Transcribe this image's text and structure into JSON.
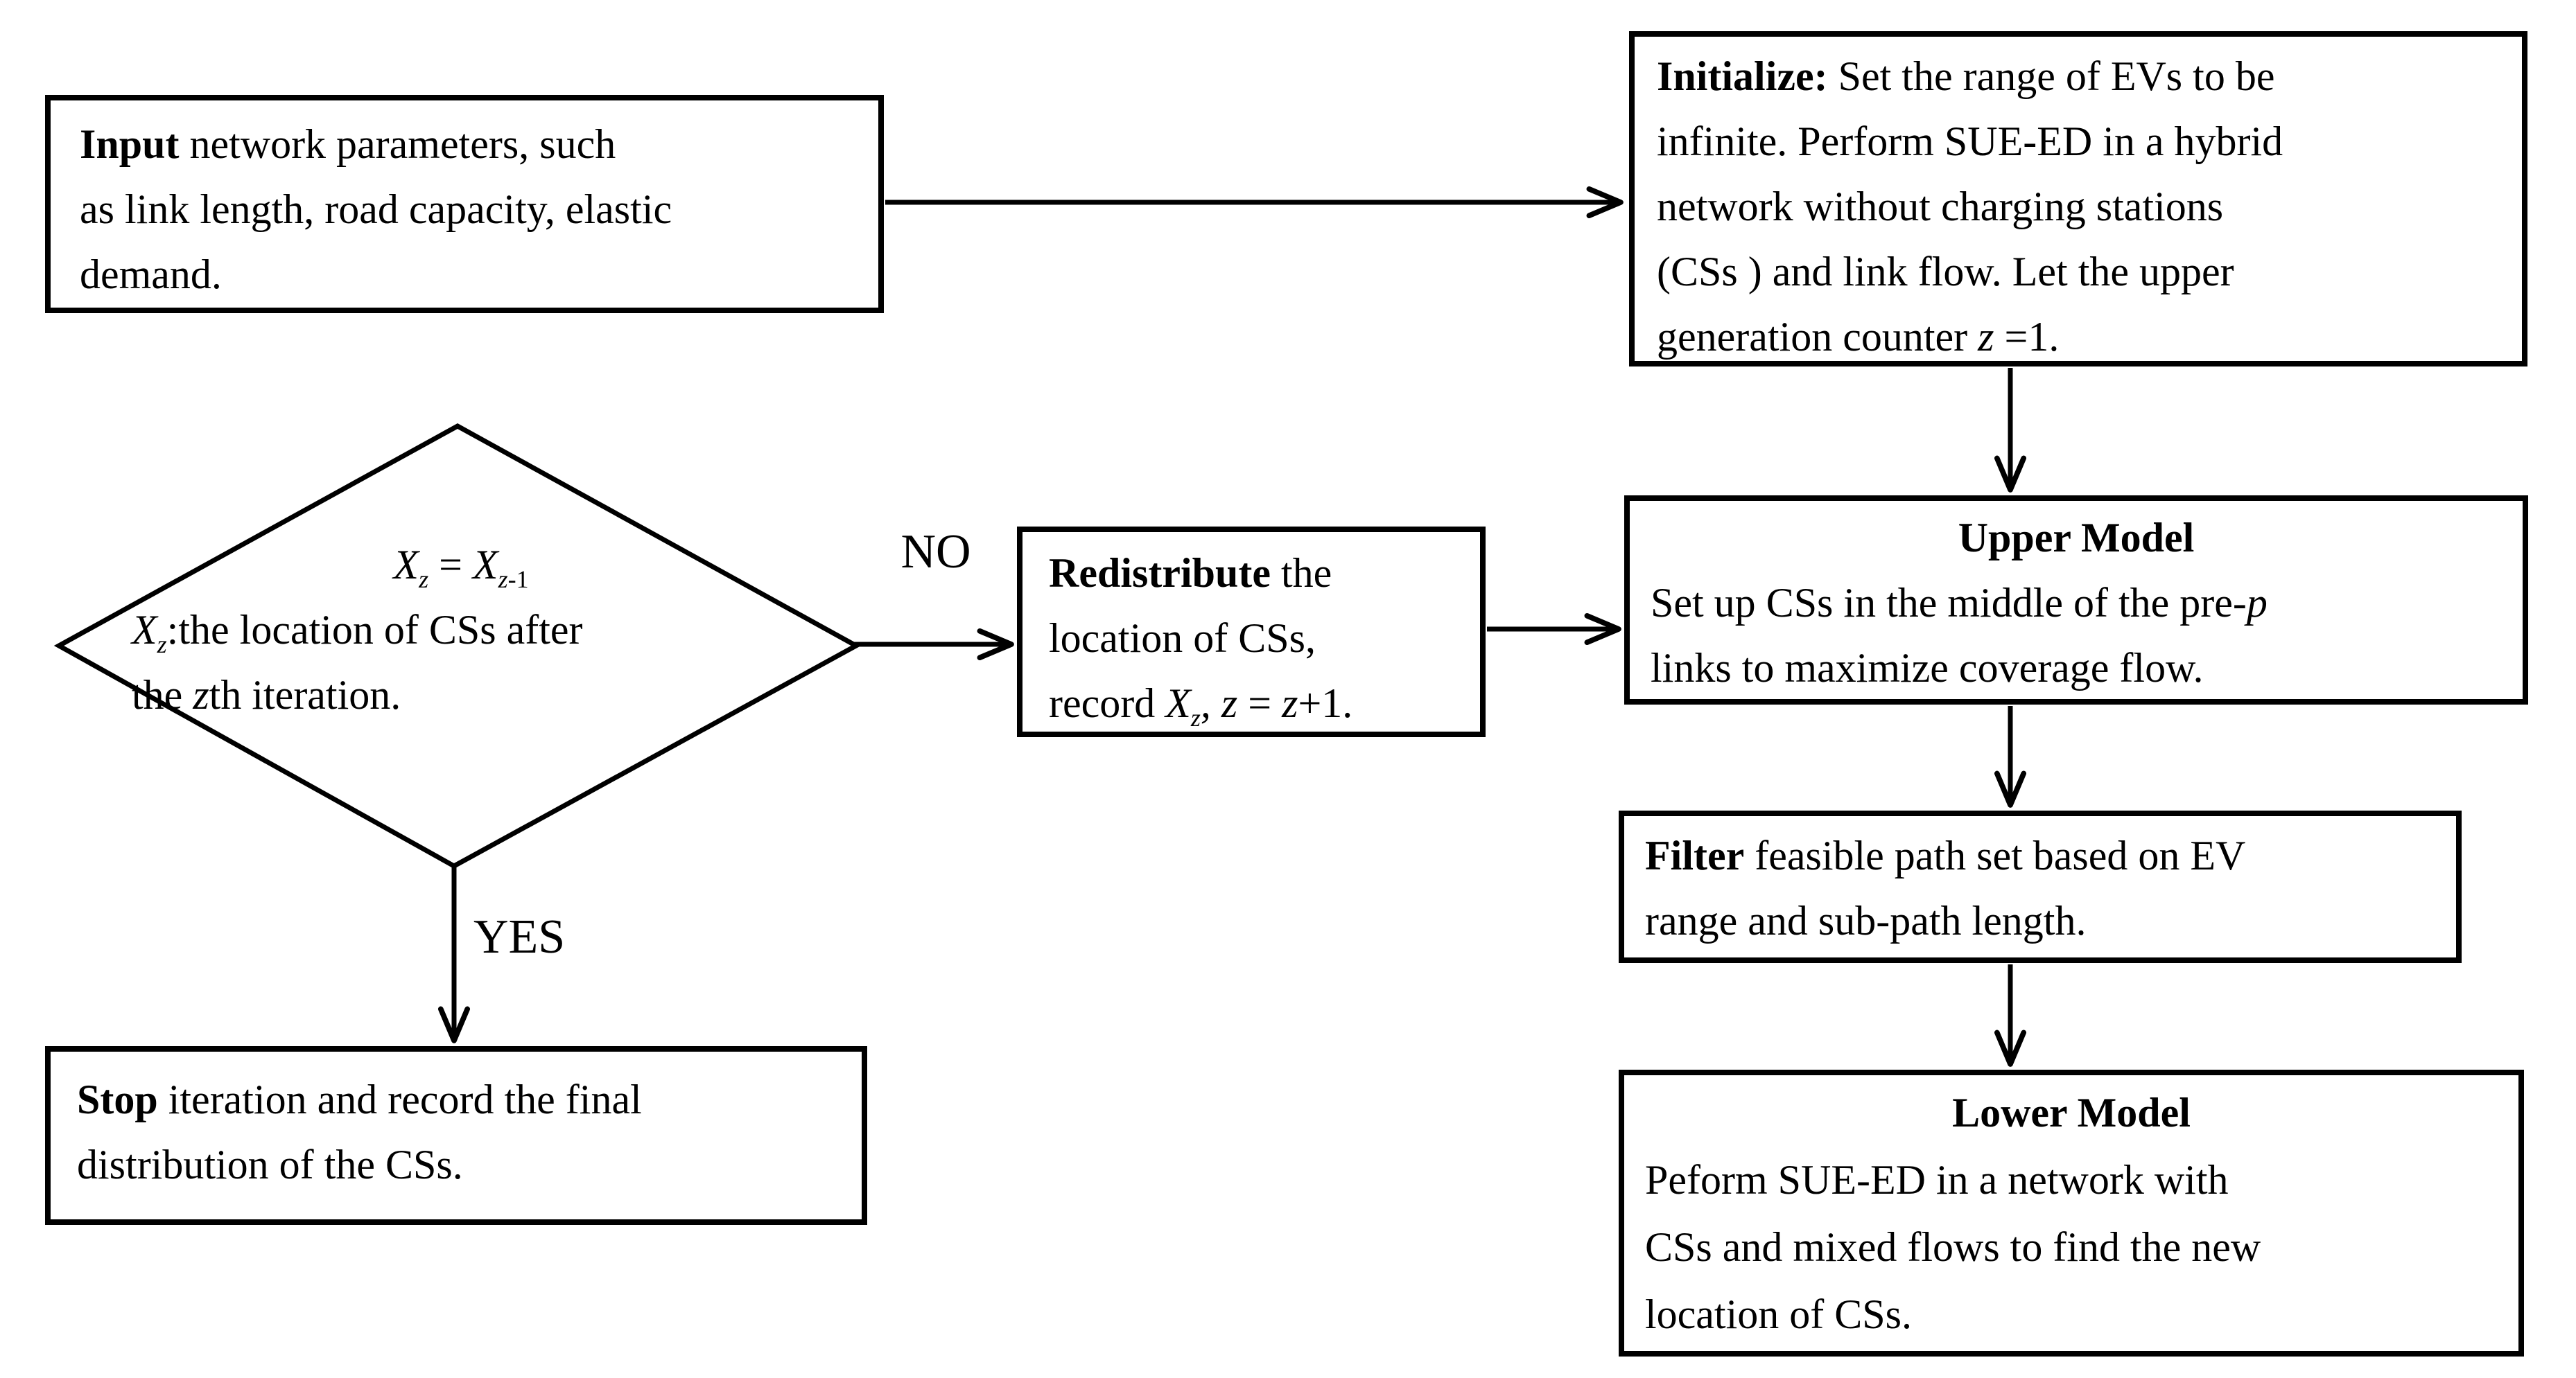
{
  "figure": {
    "type": "flowchart",
    "background_color": "#ffffff",
    "ink_color": "#000000"
  },
  "edge_labels": {
    "no": "NO",
    "yes": "YES"
  },
  "nodes": {
    "input": {
      "shape": "rectangle",
      "lines": [
        {
          "runs": [
            {
              "t": "Input",
              "b": true
            },
            {
              "t": " network parameters, such"
            }
          ]
        },
        {
          "runs": [
            {
              "t": "as link length, road capacity, elastic"
            }
          ]
        },
        {
          "runs": [
            {
              "t": "demand."
            }
          ]
        }
      ]
    },
    "initialize": {
      "shape": "rectangle",
      "lines": [
        {
          "runs": [
            {
              "t": "Initialize:",
              "b": true
            },
            {
              "t": " Set the range of EVs to be"
            }
          ]
        },
        {
          "runs": [
            {
              "t": "infinite. Perform SUE-ED in a hybrid"
            }
          ]
        },
        {
          "runs": [
            {
              "t": "network without charging stations"
            }
          ]
        },
        {
          "runs": [
            {
              "t": "(CSs ) and link flow. Let the upper"
            }
          ]
        },
        {
          "runs": [
            {
              "t": "generation counter "
            },
            {
              "t": "z",
              "i": true
            },
            {
              "t": " =1."
            }
          ]
        }
      ]
    },
    "decision": {
      "shape": "diamond",
      "lines": [
        {
          "align": "center",
          "runs": [
            {
              "t": "X",
              "i": true
            },
            {
              "t": "z",
              "sub": true,
              "i": true
            },
            {
              "t": " = "
            },
            {
              "t": "X",
              "i": true
            },
            {
              "t": "z",
              "sub": true,
              "i": true
            },
            {
              "t": "-1",
              "sub": true
            }
          ]
        },
        {
          "runs": [
            {
              "t": "X",
              "i": true
            },
            {
              "t": "z",
              "sub": true,
              "i": true
            },
            {
              "t": ":the location of CSs after"
            }
          ]
        },
        {
          "runs": [
            {
              "t": "the "
            },
            {
              "t": "z",
              "i": true
            },
            {
              "t": "th iteration."
            }
          ]
        }
      ]
    },
    "redistribute": {
      "shape": "rectangle",
      "lines": [
        {
          "runs": [
            {
              "t": "Redistribute",
              "b": true
            },
            {
              "t": " the"
            }
          ]
        },
        {
          "runs": [
            {
              "t": "location of CSs,"
            }
          ]
        },
        {
          "runs": [
            {
              "t": "record "
            },
            {
              "t": "X",
              "i": true
            },
            {
              "t": "z",
              "sub": true,
              "i": true
            },
            {
              "t": ", ",
              "i": true
            },
            {
              "t": "z",
              "i": true
            },
            {
              "t": " = "
            },
            {
              "t": "z",
              "i": true
            },
            {
              "t": "+1."
            }
          ]
        }
      ]
    },
    "upper_model": {
      "shape": "rectangle",
      "lines": [
        {
          "align": "center",
          "runs": [
            {
              "t": "Upper Model",
              "b": true
            }
          ]
        },
        {
          "runs": [
            {
              "t": "Set up CSs in the middle of the pre-"
            },
            {
              "t": "p",
              "i": true
            }
          ]
        },
        {
          "runs": [
            {
              "t": "links to maximize coverage flow."
            }
          ]
        }
      ]
    },
    "filter": {
      "shape": "rectangle",
      "lines": [
        {
          "runs": [
            {
              "t": "Filter",
              "b": true
            },
            {
              "t": " feasible path set based on EV"
            }
          ]
        },
        {
          "runs": [
            {
              "t": "range and sub-path length."
            }
          ]
        }
      ]
    },
    "lower_model": {
      "shape": "rectangle",
      "lines": [
        {
          "align": "center",
          "runs": [
            {
              "t": "Lower Model",
              "b": true
            }
          ]
        },
        {
          "runs": [
            {
              "t": "Peform SUE-ED in a network with"
            }
          ]
        },
        {
          "runs": [
            {
              "t": "CSs and mixed flows to find the new"
            }
          ]
        },
        {
          "runs": [
            {
              "t": "location of CSs."
            }
          ]
        }
      ]
    },
    "stop": {
      "shape": "rectangle",
      "lines": [
        {
          "runs": [
            {
              "t": "Stop",
              "b": true
            },
            {
              "t": " iteration and record the final"
            }
          ]
        },
        {
          "runs": [
            {
              "t": "distribution of the CSs."
            }
          ]
        }
      ]
    }
  },
  "edges": [
    {
      "from": "input",
      "to": "initialize",
      "label": ""
    },
    {
      "from": "initialize",
      "to": "upper_model",
      "label": ""
    },
    {
      "from": "decision",
      "to": "redistribute",
      "label": "NO"
    },
    {
      "from": "redistribute",
      "to": "upper_model",
      "label": ""
    },
    {
      "from": "upper_model",
      "to": "filter",
      "label": ""
    },
    {
      "from": "filter",
      "to": "lower_model",
      "label": ""
    },
    {
      "from": "decision",
      "to": "stop",
      "label": "YES"
    }
  ]
}
